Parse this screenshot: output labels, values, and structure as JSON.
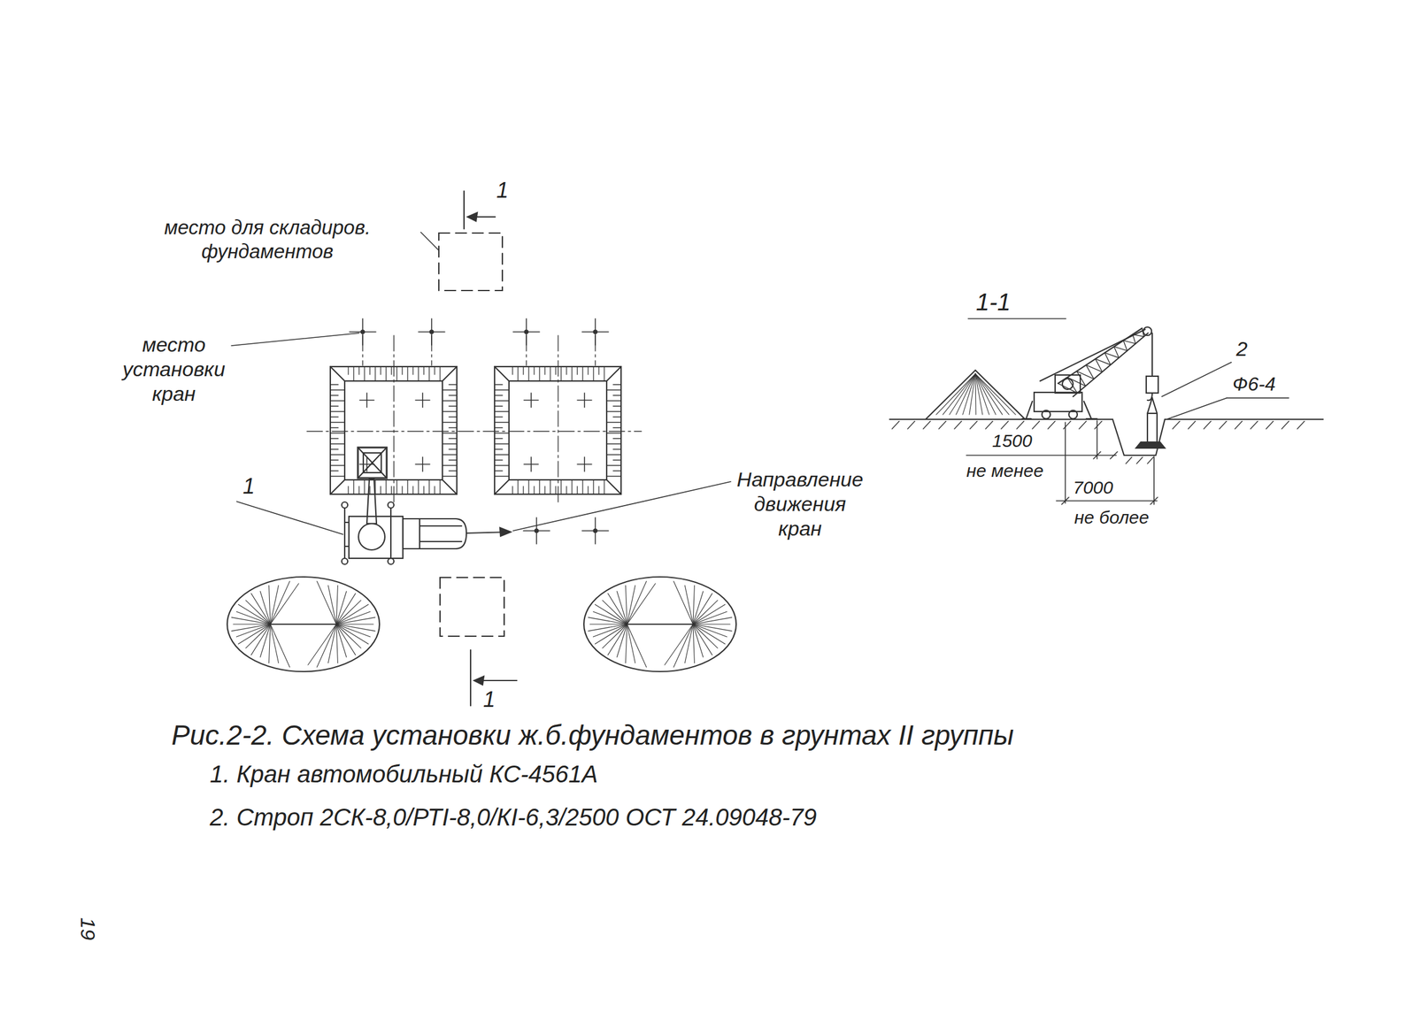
{
  "diagram": {
    "caption": "Рис.2-2. Схема установки ж.б.фундаментов в грунтах II группы",
    "labels": [
      "место для складиров. фундаментов",
      "1",
      "место установки кран",
      "1",
      "Направление движения кран",
      "1",
      "1-1",
      "2",
      "Ф6-4",
      "1500",
      "не менее",
      "7000",
      "не более",
      "1. Кран автомобильный КС-4561А",
      "2. Строп 2СК-8,0/РТI-8,0/КI-6,3/2500 ОСТ 24.09048-79",
      "19"
    ]
  }
}
